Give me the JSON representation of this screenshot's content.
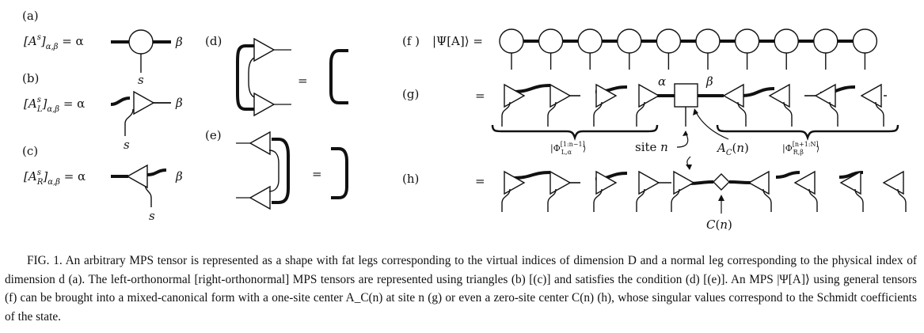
{
  "panels": {
    "a": {
      "tag": "(a)",
      "lhs": "[Aˢ]α,β =",
      "alpha": "α",
      "beta": "β",
      "s": "s"
    },
    "b": {
      "tag": "(b)",
      "lhs": "[Aˢ_L]α,β =",
      "alpha": "α",
      "beta": "β",
      "s": "s"
    },
    "c": {
      "tag": "(c)",
      "lhs": "[Aˢ_R]α,β =",
      "alpha": "α",
      "beta": "β",
      "s": "s"
    },
    "d": {
      "tag": "(d)",
      "eq": "="
    },
    "e": {
      "tag": "(e)",
      "eq": "="
    },
    "f": {
      "tag": "(f )",
      "lhs": "|Ψ[A]⟩ ="
    },
    "g": {
      "tag": "(g)",
      "eq": "=",
      "alpha": "α",
      "beta": "β",
      "left_brace": "|Φ[1:n−1] L,α⟩",
      "right_brace": "|Φ[n+1:N] R,β⟩",
      "site": "site n",
      "center": "A_C(n)"
    },
    "h": {
      "tag": "(h)",
      "eq": "=",
      "center": "C(n)"
    }
  },
  "caption": {
    "label": "FIG. 1.",
    "text": "An arbitrary MPS tensor is represented as a shape with fat legs corresponding to the virtual indices of dimension D and a normal leg corresponding to the physical index of dimension d (a). The left-orthonormal [right-orthonormal] MPS tensors are represented using triangles (b) [(c)] and satisfies the condition (d) [(e)]. An MPS |Ψ[A]⟩ using general tensors (f) can be brought into a mixed-canonical form with a one-site center A_C(n) at site n (g) or even a zero-site center C(n) (h), whose singular values correspond to the Schmidt coefficients of the state."
  }
}
